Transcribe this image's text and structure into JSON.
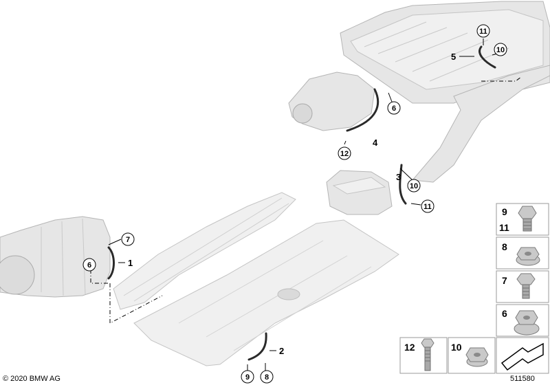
{
  "diagram": {
    "part_callouts": [
      "1",
      "2",
      "3",
      "4",
      "5"
    ],
    "circled_callouts": [
      "7",
      "6",
      "9",
      "8",
      "12",
      "6",
      "11",
      "10",
      "10",
      "11"
    ],
    "legend": {
      "rows": [
        {
          "numbers": [
            "9",
            "11"
          ],
          "icon": "flange-bolt-icon"
        },
        {
          "numbers": [
            "8"
          ],
          "icon": "flange-nut-icon"
        },
        {
          "numbers": [
            "7"
          ],
          "icon": "hex-bolt-icon"
        },
        {
          "numbers": [
            "6"
          ],
          "icon": "flange-nut-icon"
        }
      ],
      "bottom": [
        {
          "number": "12",
          "icon": "long-bolt-icon"
        },
        {
          "number": "10",
          "icon": "hex-nut-icon"
        }
      ],
      "arrow_icon": "direction-arrow-icon"
    },
    "copyright": "© 2020 BMW AG",
    "diagram_number": "511580"
  }
}
